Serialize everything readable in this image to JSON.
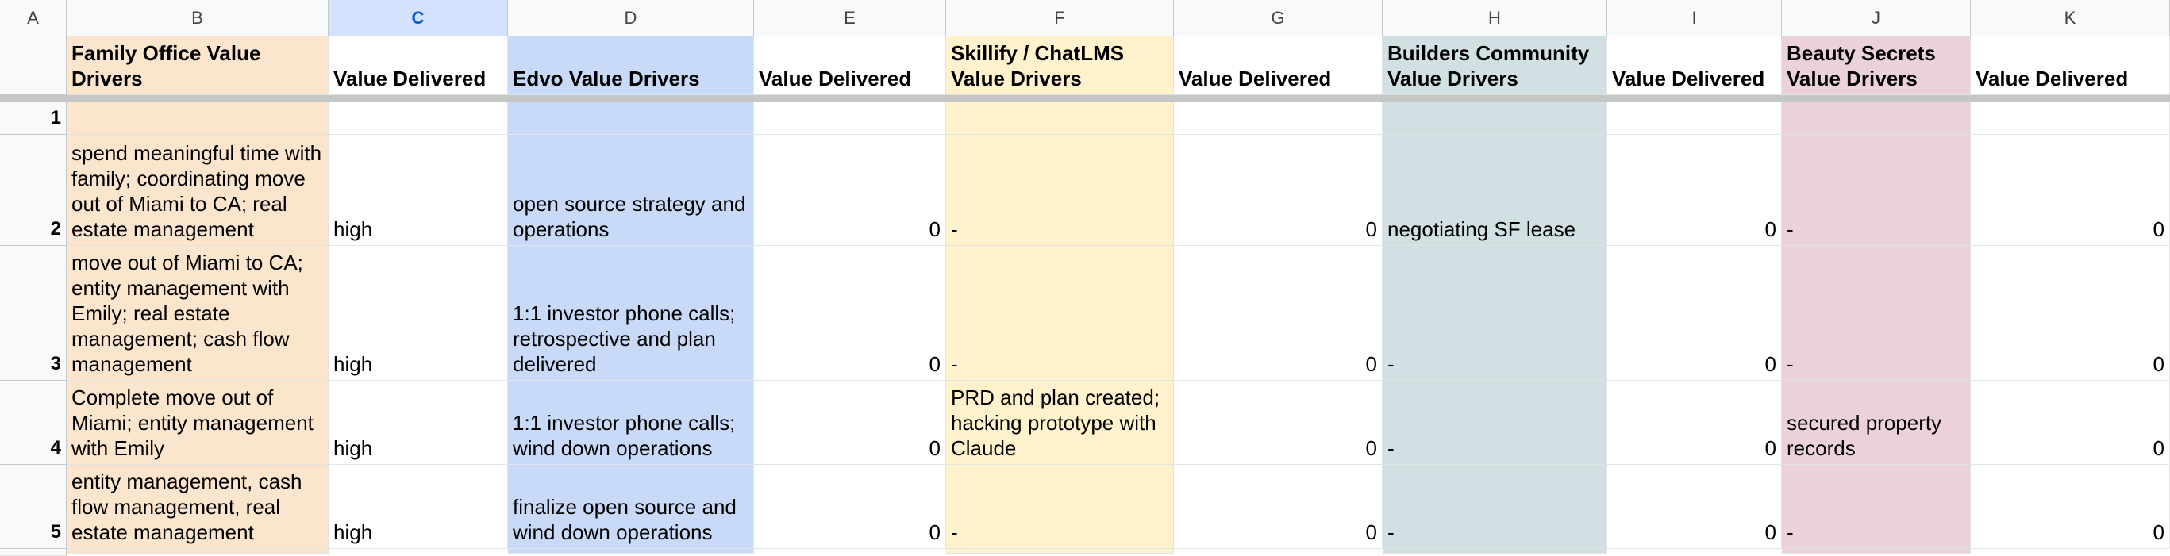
{
  "colors": {
    "family_office": "#fce5cd",
    "edvo": "#c9daf8",
    "skillify": "#fff2cc",
    "builders": "#d0e0e3",
    "beauty": "#ead1dc"
  },
  "column_letters": [
    "A",
    "B",
    "C",
    "D",
    "E",
    "F",
    "G",
    "H",
    "I",
    "J",
    "K"
  ],
  "header_row": {
    "b": "Family Office Value Drivers",
    "c": "Value Delivered",
    "d": "Edvo Value Drivers",
    "e": "Value Delivered",
    "f": "Skillify / ChatLMS Value Drivers",
    "g": "Value Delivered",
    "h": "Builders Community Value Drivers",
    "i": "Value Delivered",
    "j": "Beauty Secrets Value Drivers",
    "k": "Value Delivered"
  },
  "rows": [
    {
      "num": "1",
      "b": "",
      "c": "",
      "d": "",
      "e": "",
      "f": "",
      "g": "",
      "h": "",
      "i": "",
      "j": "",
      "k": ""
    },
    {
      "num": "2",
      "b": "spend meaningful time with family; coordinating move out of Miami to CA; real estate management",
      "c": "high",
      "d": "open source strategy and operations",
      "e": "0",
      "f": "-",
      "g": "0",
      "h": "negotiating SF lease",
      "i": "0",
      "j": "-",
      "k": "0"
    },
    {
      "num": "3",
      "b": "move out of Miami to CA; entity management with Emily; real estate management; cash flow management",
      "c": "high",
      "d": "1:1 investor phone calls; retrospective and plan delivered",
      "e": "0",
      "f": "-",
      "g": "0",
      "h": "-",
      "i": "0",
      "j": "-",
      "k": "0"
    },
    {
      "num": "4",
      "b": "Complete move out of Miami; entity management with Emily",
      "c": "high",
      "d": "1:1 investor phone calls; wind down operations",
      "e": "0",
      "f": "PRD and plan created; hacking prototype with Claude",
      "g": "0",
      "h": "-",
      "i": "0",
      "j": "secured property records",
      "k": "0"
    },
    {
      "num": "5",
      "b": "entity management, cash flow management, real estate management",
      "c": "high",
      "d": "finalize open source and wind down operations",
      "e": "0",
      "f": "-",
      "g": "0",
      "h": "-",
      "i": "0",
      "j": "-",
      "k": "0"
    }
  ]
}
